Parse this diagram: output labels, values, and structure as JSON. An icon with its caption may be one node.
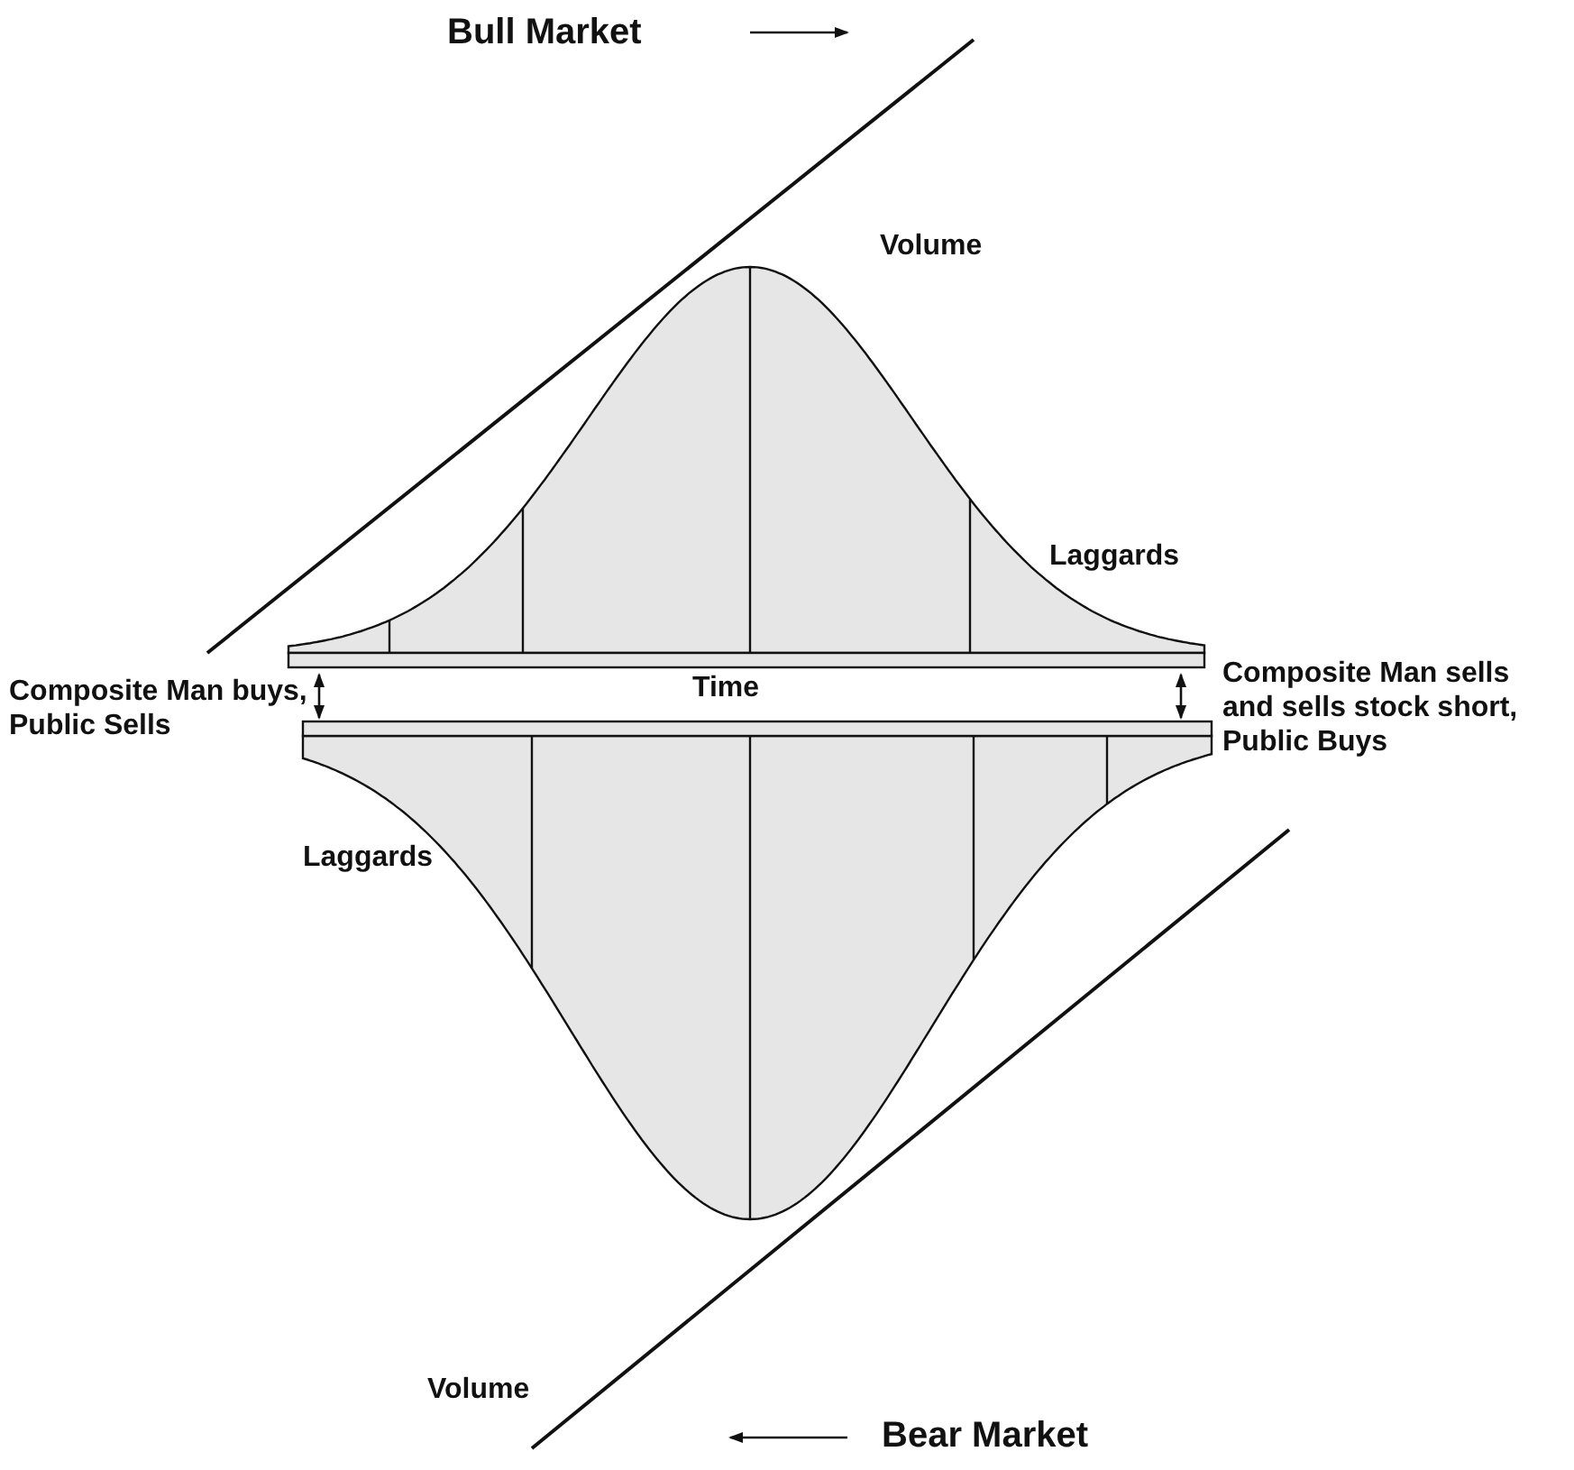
{
  "diagram": {
    "labels": [
      "Bull Market",
      "Volume",
      "Laggards",
      "Composite Man buys, Public Sells",
      "Time",
      "Composite Man sells and sells stock short, Public Buys",
      "Laggards",
      "Volume",
      "Bear Market"
    ]
  }
}
